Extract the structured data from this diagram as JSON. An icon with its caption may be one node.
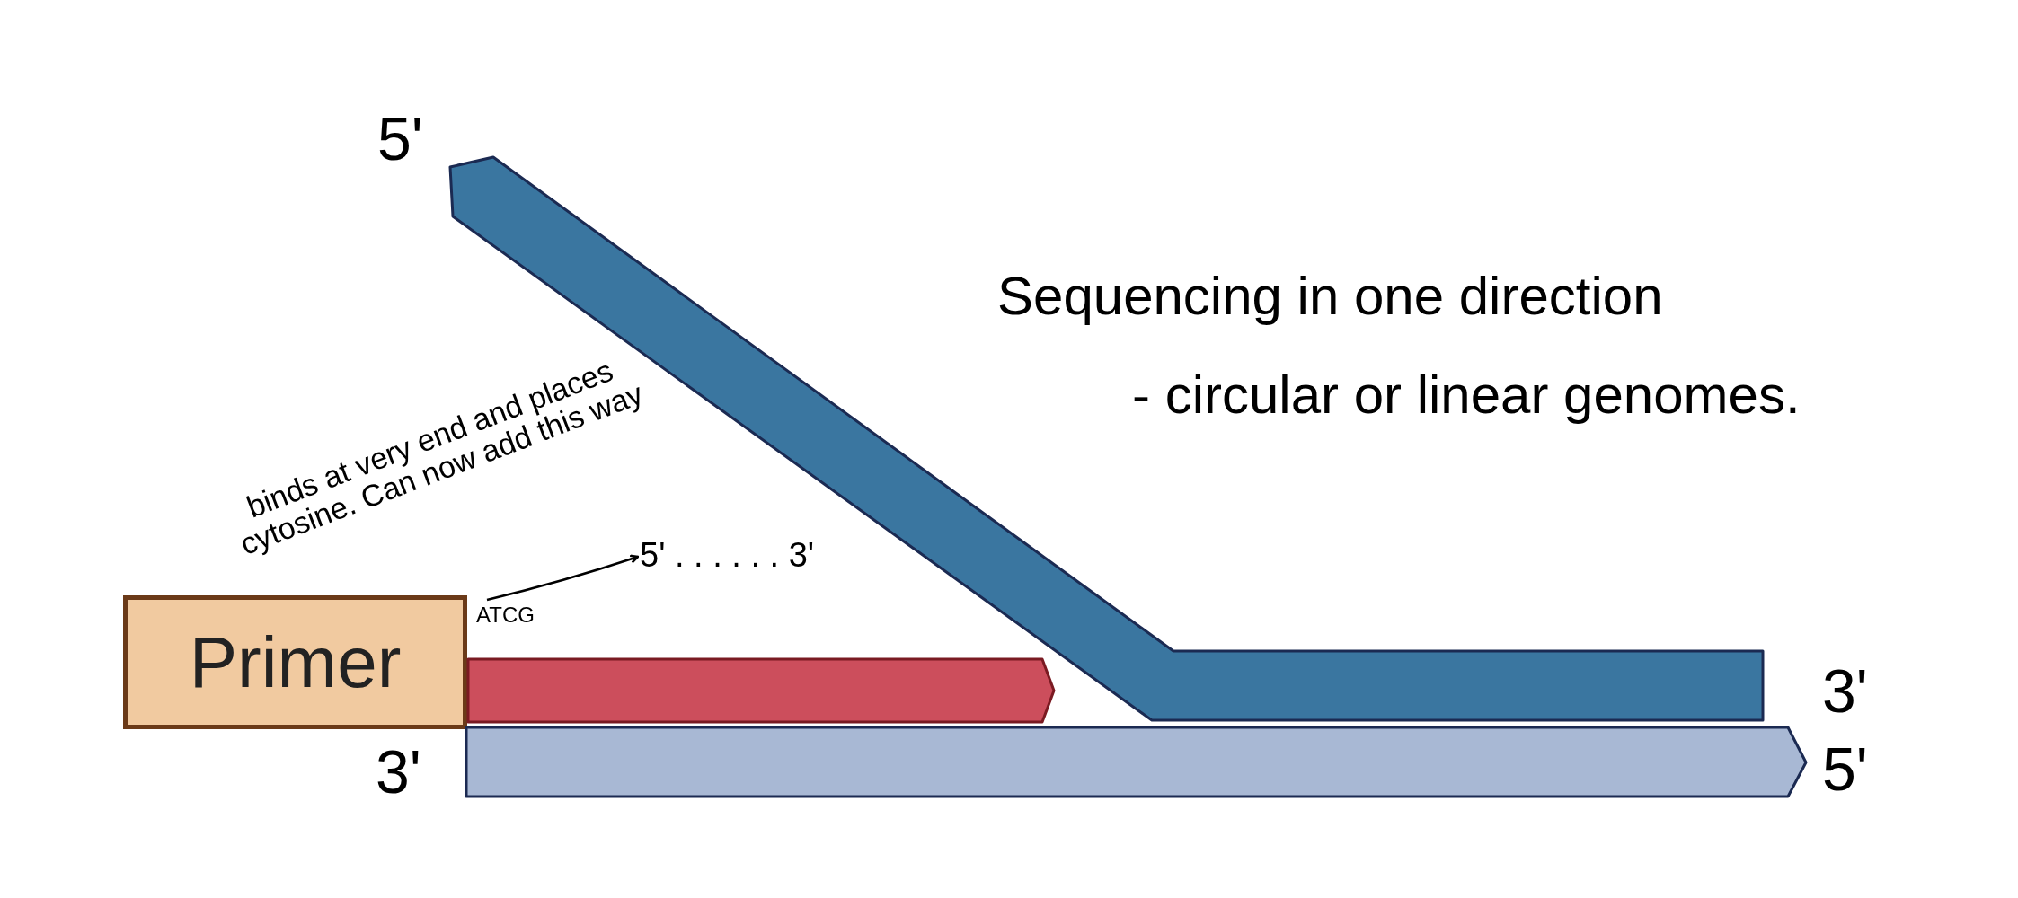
{
  "diagram": {
    "nodes": [
      {
        "text": [],
        "shape": "bar"
      },
      {
        "text": [
          "Primer"
        ]
      },
      {
        "text": [],
        "shape": "bar"
      },
      {
        "text": [],
        "shape": "bar"
      },
      {
        "text": [
          "ATCG"
        ]
      },
      {
        "text": [
          "5' . . . . . . 3'"
        ]
      }
    ],
    "edges": [
      {
        "from": 4,
        "to": 5,
        "arrow": "to"
      }
    ],
    "labels": [
      "5'",
      "Sequencing in one direction",
      "- circular or linear genomes.",
      "binds at very end and places cytosine. Can now add this way",
      "3'",
      "3'",
      "5'"
    ]
  }
}
